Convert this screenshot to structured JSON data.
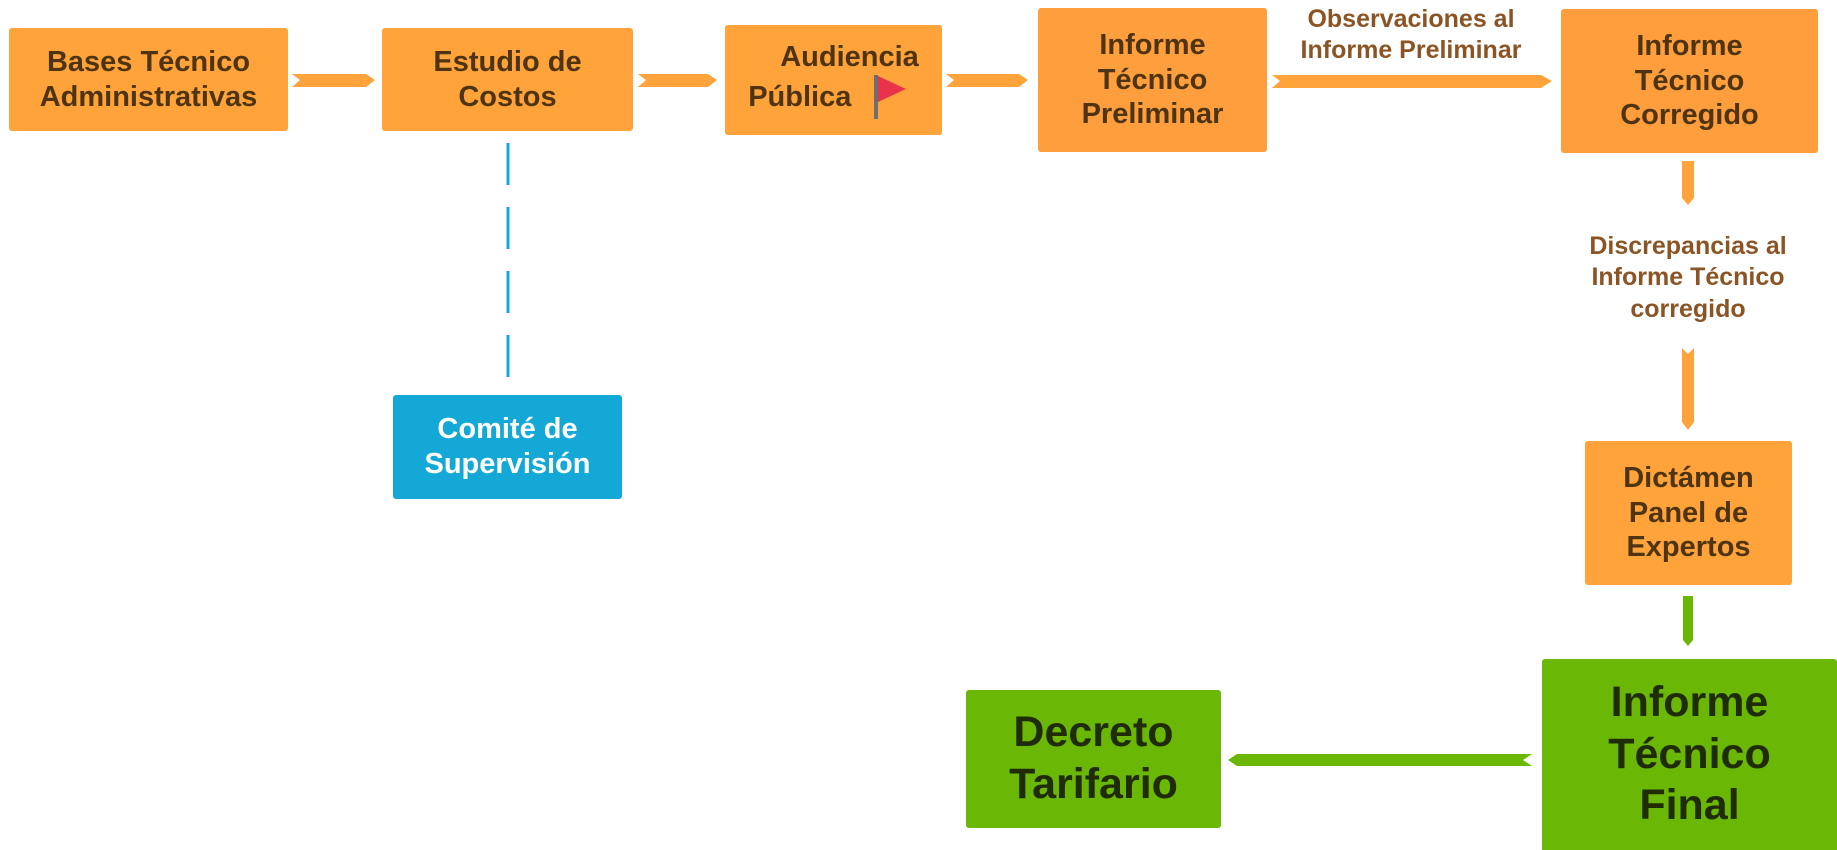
{
  "diagram": {
    "nodes": {
      "bases": "Bases Técnico\nAdministrativas",
      "estudio": "Estudio de\nCostos",
      "audiencia_line1": "Audiencia",
      "audiencia_line2": "Pública",
      "preliminar": "Informe\nTécnico\nPreliminar",
      "corregido": "Informe\nTécnico\nCorregido",
      "comite": "Comité de\nSupervisión",
      "dictamen": "Dictámen\nPanel de\nExpertos",
      "final": "Informe\nTécnico\nFinal",
      "decreto": "Decreto\nTarifario"
    },
    "edge_labels": {
      "observaciones": "Observaciones al\nInforme Preliminar",
      "discrepancias": "Discrepancias al\nInforme Técnico\ncorregido"
    },
    "icons": {
      "audiencia": "flag-icon"
    },
    "colors": {
      "orange": "#FFA33A",
      "blue": "#14A8D6",
      "green": "#6BB705",
      "label_brown": "#8B5424",
      "flag_red": "#E8334A"
    }
  }
}
